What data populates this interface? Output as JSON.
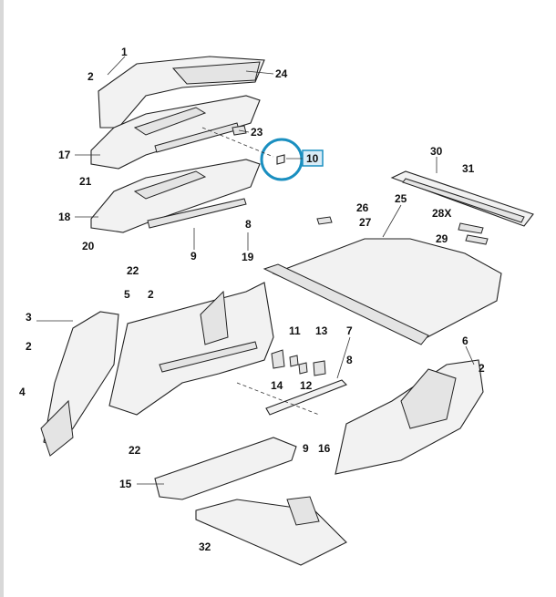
{
  "diagram": {
    "labels": {
      "l1": "1",
      "l2a": "2",
      "l24": "24",
      "l23": "23",
      "l10": "10",
      "l17": "17",
      "l21": "21",
      "l18": "18",
      "l20": "20",
      "l22a": "22",
      "l8a": "8",
      "l9a": "9",
      "l19": "19",
      "l30": "30",
      "l31": "31",
      "l26": "26",
      "l25": "25",
      "l27": "27",
      "l28x": "28X",
      "l29": "29",
      "l5": "5",
      "l2b": "2",
      "l3": "3",
      "l2c": "2",
      "l4": "4",
      "l11": "11",
      "l13": "13",
      "l7": "7",
      "l8b": "8",
      "l14": "14",
      "l12": "12",
      "l6": "6",
      "l2d": "2",
      "l22b": "22",
      "l9b": "9",
      "l16": "16",
      "l15": "15",
      "l32": "32"
    },
    "highlight": {
      "part": "10",
      "color": "#1a8fc0",
      "box_fill": "#d9ecf7"
    }
  }
}
